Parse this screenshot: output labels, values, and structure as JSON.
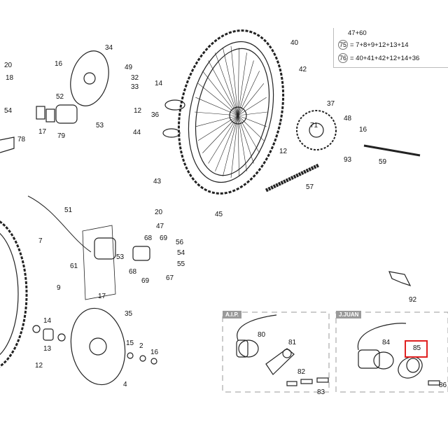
{
  "legend": {
    "rows": [
      {
        "id": "",
        "text": "47+60"
      },
      {
        "id": "75",
        "text": "= 7+8+9+12+13+14"
      },
      {
        "id": "76",
        "text": "= 40+41+42+12+14+36"
      }
    ]
  },
  "groups": {
    "aip": "A.I.P.",
    "jjuan": "J.JUAN"
  },
  "highlight": {
    "label": "85",
    "color": "#e02020"
  },
  "callouts": [
    "20",
    "18",
    "16",
    "52",
    "34",
    "49",
    "32",
    "33",
    "12",
    "14",
    "36",
    "44",
    "43",
    "54",
    "17",
    "79",
    "53",
    "78",
    "40",
    "42",
    "37",
    "71",
    "48",
    "16",
    "12",
    "93",
    "59",
    "57",
    "45",
    "51",
    "20",
    "47",
    "7",
    "61",
    "68",
    "69",
    "56",
    "54",
    "53",
    "55",
    "68",
    "69",
    "67",
    "17",
    "9",
    "35",
    "14",
    "13",
    "12",
    "15",
    "2",
    "16",
    "4",
    "92",
    "80",
    "81",
    "82",
    "83",
    "84",
    "86"
  ]
}
